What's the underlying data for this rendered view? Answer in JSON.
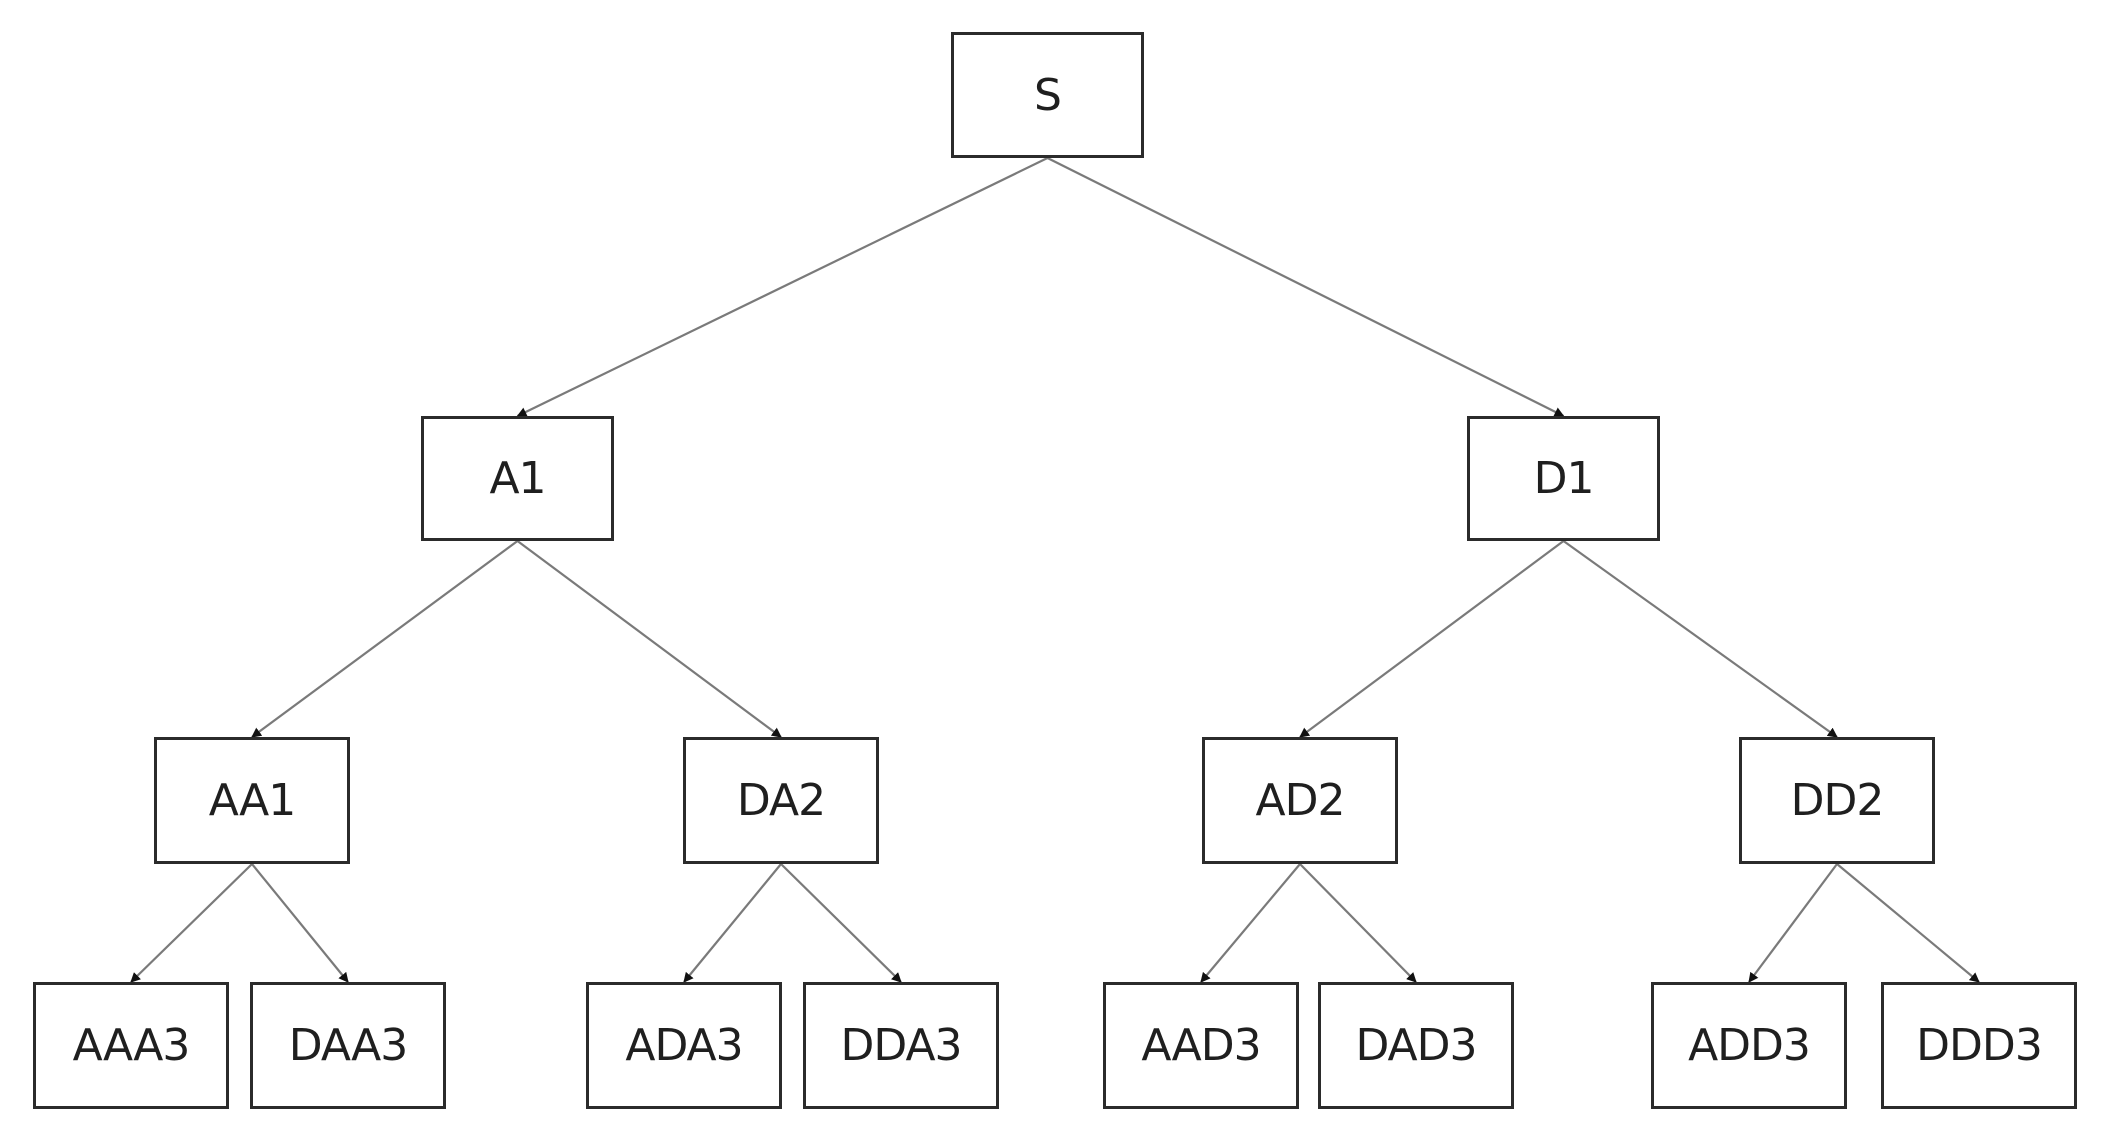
{
  "tree": {
    "root": {
      "id": "S",
      "label": "S"
    },
    "level1": [
      {
        "id": "A1",
        "label": "A1",
        "parent": "S"
      },
      {
        "id": "D1",
        "label": "D1",
        "parent": "S"
      }
    ],
    "level2": [
      {
        "id": "AA1",
        "label": "AA1",
        "parent": "A1"
      },
      {
        "id": "DA2",
        "label": "DA2",
        "parent": "A1"
      },
      {
        "id": "AD2",
        "label": "AD2",
        "parent": "D1"
      },
      {
        "id": "DD2",
        "label": "DD2",
        "parent": "D1"
      }
    ],
    "level3": [
      {
        "id": "AAA3",
        "label": "AAA3",
        "parent": "AA1"
      },
      {
        "id": "DAA3",
        "label": "DAA3",
        "parent": "AA1"
      },
      {
        "id": "ADA3",
        "label": "ADA3",
        "parent": "DA2"
      },
      {
        "id": "DDA3",
        "label": "DDA3",
        "parent": "DA2"
      },
      {
        "id": "AAD3",
        "label": "AAD3",
        "parent": "AD2"
      },
      {
        "id": "DAD3",
        "label": "DAD3",
        "parent": "AD2"
      },
      {
        "id": "ADD3",
        "label": "ADD3",
        "parent": "DD2"
      },
      {
        "id": "DDD3",
        "label": "DDD3",
        "parent": "DD2"
      }
    ]
  },
  "colors": {
    "box_border": "#2b2b2b",
    "edge": "#7a7a7a",
    "arrowhead": "#111111",
    "text": "#1f1f1f"
  }
}
